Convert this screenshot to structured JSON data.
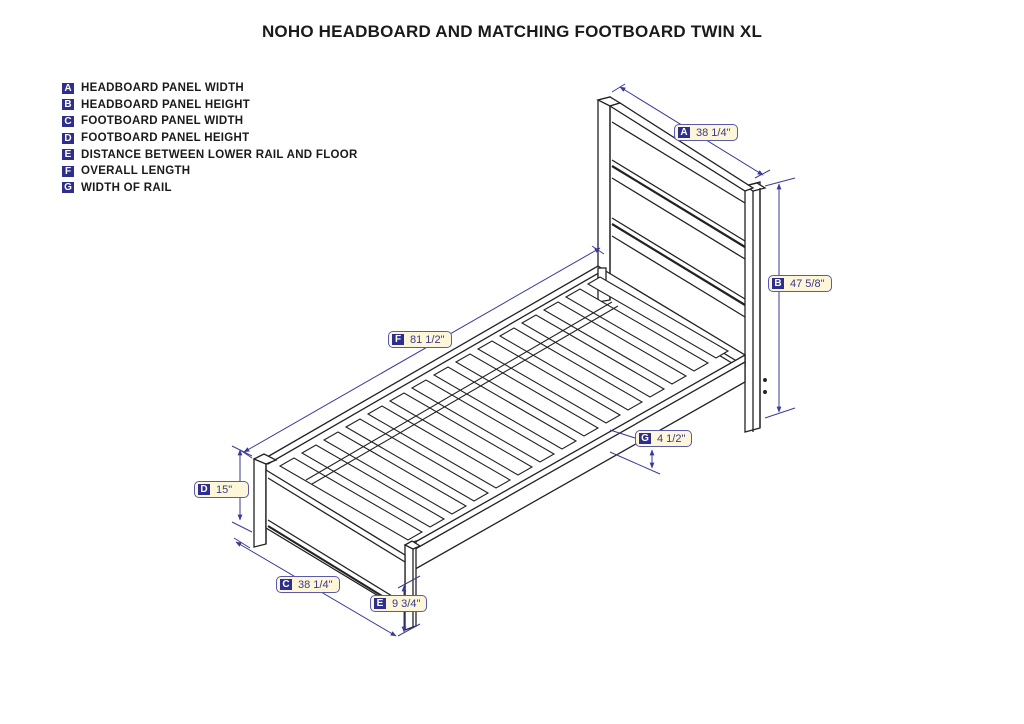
{
  "title": "NOHO HEADBOARD AND MATCHING FOOTBOARD TWIN XL",
  "legend": [
    {
      "key": "A",
      "label": "HEADBOARD PANEL WIDTH"
    },
    {
      "key": "B",
      "label": "HEADBOARD PANEL HEIGHT"
    },
    {
      "key": "C",
      "label": "FOOTBOARD PANEL WIDTH"
    },
    {
      "key": "D",
      "label": "FOOTBOARD PANEL HEIGHT"
    },
    {
      "key": "E",
      "label": "DISTANCE BETWEEN LOWER RAIL AND FLOOR"
    },
    {
      "key": "F",
      "label": "OVERALL LENGTH"
    },
    {
      "key": "G",
      "label": "WIDTH OF RAIL"
    }
  ],
  "dimensions": {
    "A": {
      "key": "A",
      "value": "38 1/4\""
    },
    "B": {
      "key": "B",
      "value": "47 5/8\""
    },
    "C": {
      "key": "C",
      "value": "38 1/4\""
    },
    "D": {
      "key": "D",
      "value": "15\""
    },
    "E": {
      "key": "E",
      "value": "9 3/4\""
    },
    "F": {
      "key": "F",
      "value": "81 1/2\""
    },
    "G": {
      "key": "G",
      "value": "4 1/2\""
    }
  },
  "colors": {
    "badge": "#2e2e8c",
    "dimension_line": "#5a5aa8",
    "label_fill": "#fdf6d8",
    "drawing_line": "#222222"
  }
}
